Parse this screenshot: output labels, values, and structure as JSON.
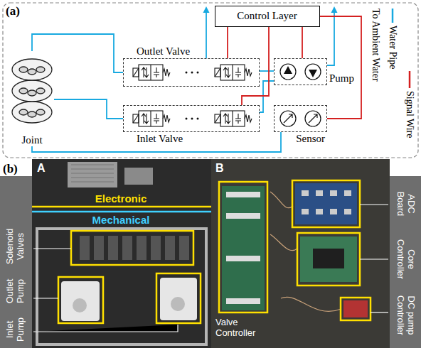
{
  "diagram": {
    "nodes": [
      {
        "text": [
          "Control Layer"
        ]
      },
      {
        "text": [
          "Outlet Valve"
        ]
      },
      {
        "text": [
          "Pump"
        ]
      },
      {
        "text": [
          "Joint"
        ]
      },
      {
        "text": [
          "Inlet Valve"
        ]
      },
      {
        "text": [
          "Sensor"
        ]
      }
    ],
    "edges": [
      {
        "from": 3,
        "to": 1,
        "arrow": "none"
      },
      {
        "from": 3,
        "to": 4,
        "arrow": "none"
      },
      {
        "from": 3,
        "to": 5,
        "arrow": "none"
      },
      {
        "from": 1,
        "to": 2,
        "arrow": "none"
      },
      {
        "from": 4,
        "to": 2,
        "arrow": "none"
      },
      {
        "from": 0,
        "to": 1,
        "arrow": "none"
      },
      {
        "from": 0,
        "to": 2,
        "arrow": "none"
      },
      {
        "from": 0,
        "to": 5,
        "arrow": "none"
      },
      {
        "from": 0,
        "to": 4,
        "arrow": "none"
      }
    ],
    "labels": [
      "(a)",
      "To Ambient Water",
      "(b)",
      "A",
      "Electronic",
      "Mechanical",
      "Solenoid Valves",
      "Outlet Pump",
      "Inlet Pump",
      "B",
      "Valve Controller",
      "ADC Board",
      "Core Controller",
      "DC pump Controller"
    ],
    "legend": [
      {
        "text": "Water Pipe"
      },
      {
        "text": "Signal Wire"
      }
    ]
  }
}
